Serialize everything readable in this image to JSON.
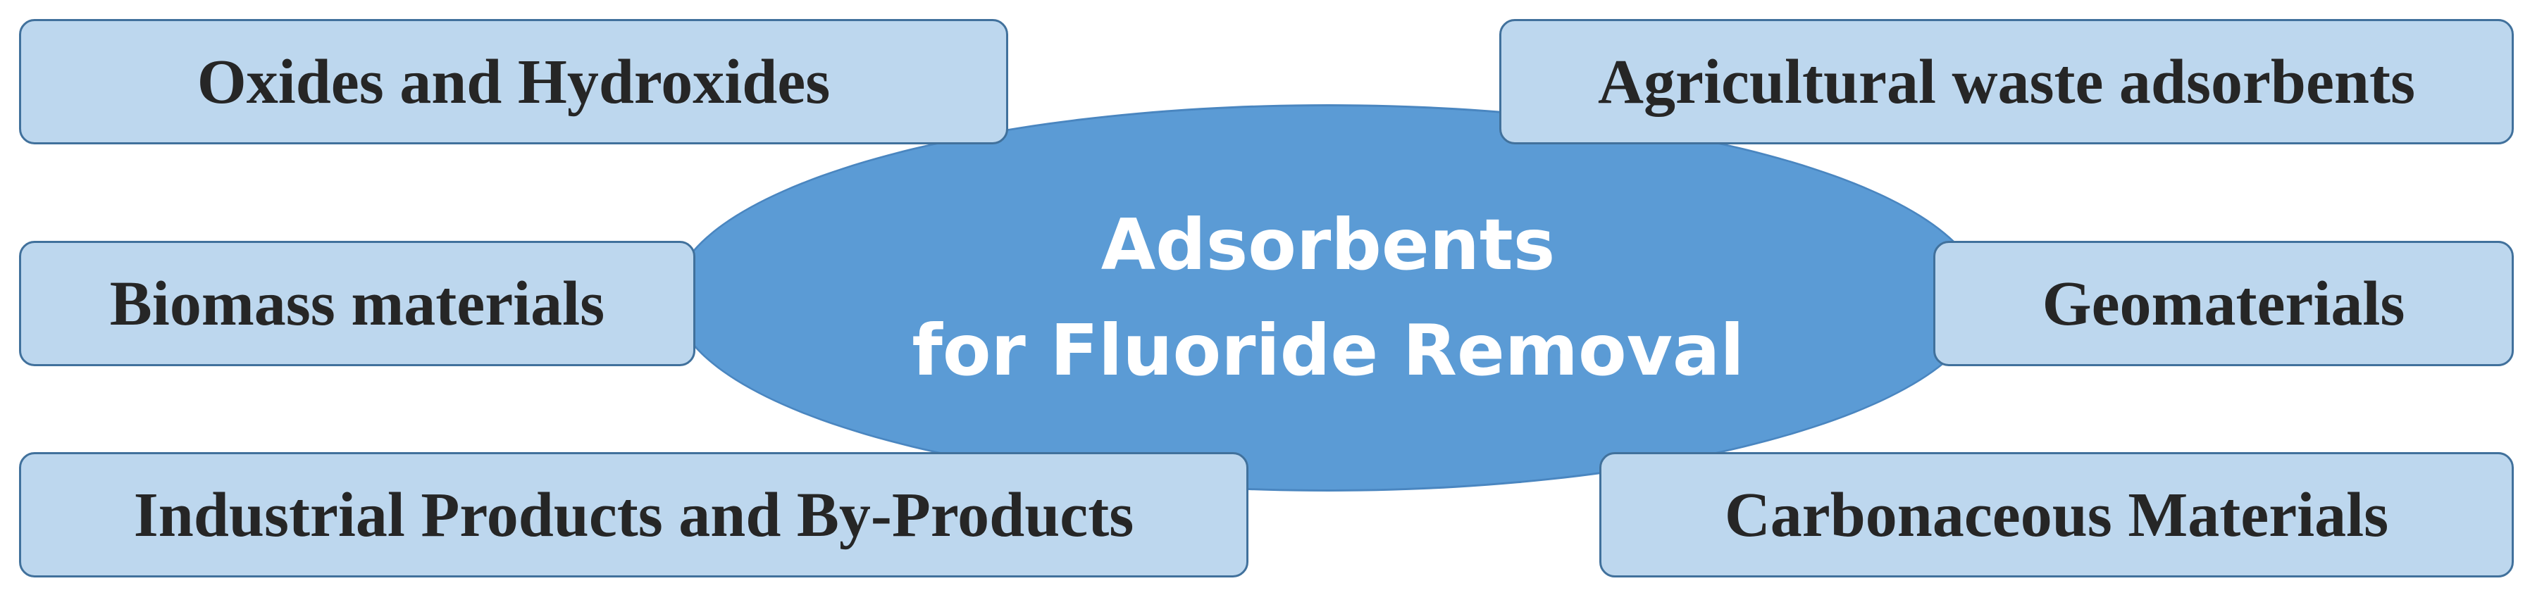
{
  "center": {
    "line1": "Adsorbents",
    "line2": "for Fluoride Removal"
  },
  "categories": [
    "Oxides and Hydroxides",
    "Agricultural waste adsorbents",
    "Biomass materials",
    "Geomaterials",
    "Industrial Products and By-Products",
    "Carbonaceous Materials"
  ],
  "colors": {
    "center_fill": "#5b9bd5",
    "box_fill": "#bdd7ee",
    "box_border": "#41719c",
    "box_text": "#262626",
    "center_text": "#ffffff"
  }
}
